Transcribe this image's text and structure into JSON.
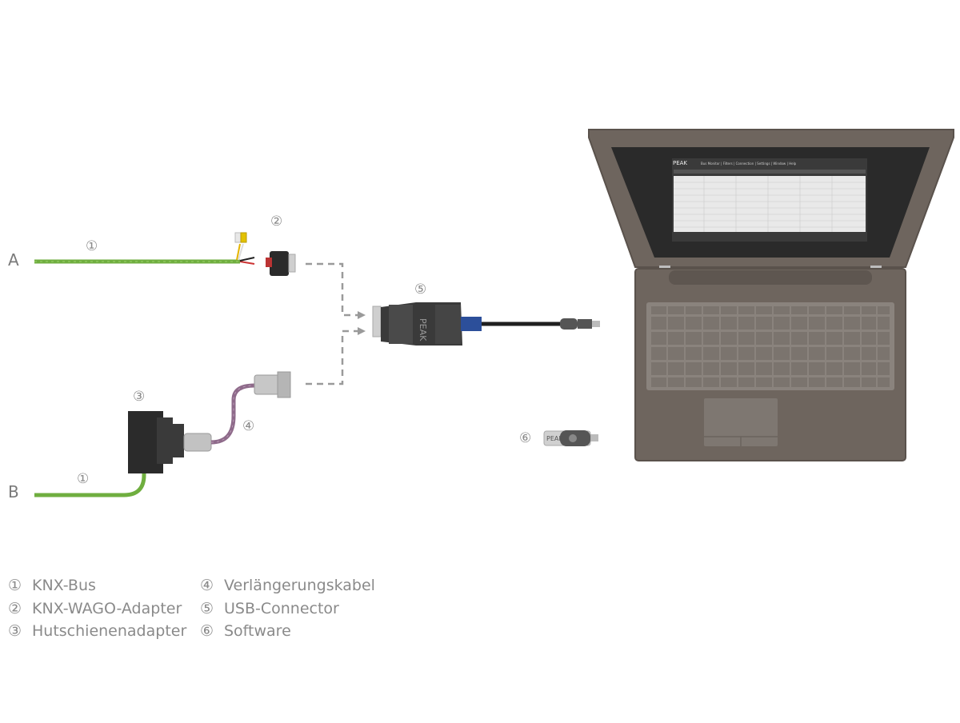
{
  "lines": {
    "a": "A",
    "b": "B"
  },
  "callouts": {
    "c1a": "①",
    "c1b": "①",
    "c2": "②",
    "c3": "③",
    "c4": "④",
    "c5": "⑤",
    "c6": "⑥"
  },
  "device_brand": "PEAK",
  "legend": [
    {
      "num": "①",
      "label": "KNX-Bus"
    },
    {
      "num": "②",
      "label": "KNX-WAGO-Adapter"
    },
    {
      "num": "③",
      "label": "Hutschienenadapter"
    },
    {
      "num": "④",
      "label": "Verlängerungskabel"
    },
    {
      "num": "⑤",
      "label": "USB-Connector"
    },
    {
      "num": "⑥",
      "label": "Software"
    }
  ],
  "laptop_screen": {
    "brand": "PEAK",
    "menu": "Bus Monitor | Filters | Connection | Settings | Window | Help"
  },
  "colors": {
    "knx_green": "#6fae3f",
    "extension_cable": "#8e6a8a",
    "laptop_body": "#6e655e",
    "usb_blue": "#2c4f9a",
    "dashes": "#9a9a9a"
  }
}
